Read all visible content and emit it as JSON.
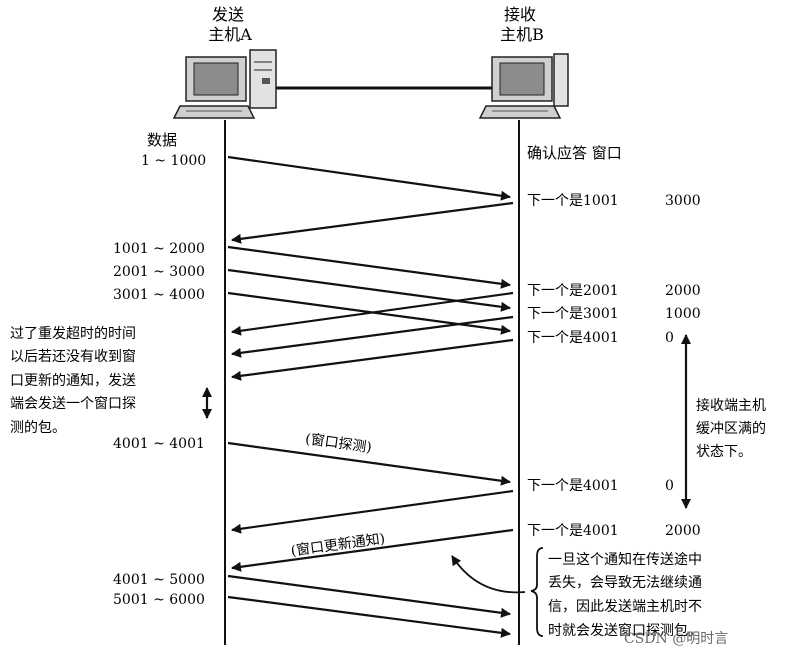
{
  "hosts": {
    "sender": {
      "line1": "发送",
      "line2": "主机A"
    },
    "receiver": {
      "line1": "接收",
      "line2": "主机B"
    }
  },
  "columns": {
    "data_header": "数据",
    "ack_header": "确认应答 窗口"
  },
  "data_labels": [
    "1 ~ 1000",
    "1001 ~ 2000",
    "2001 ~ 3000",
    "3001 ~ 4000",
    "4001 ~ 4001",
    "4001 ~ 5000",
    "5001 ~ 6000"
  ],
  "acks": [
    {
      "text": "下一个是1001",
      "window": "3000"
    },
    {
      "text": "下一个是2001",
      "window": "2000"
    },
    {
      "text": "下一个是3001",
      "window": "1000"
    },
    {
      "text": "下一个是4001",
      "window": "0"
    },
    {
      "text": "下一个是4001",
      "window": "0"
    },
    {
      "text": "下一个是4001",
      "window": "2000"
    }
  ],
  "probe_label": "(窗口探测)",
  "update_label": "(窗口更新通知)",
  "left_note": [
    "过了重发超时的时间",
    "以后若还没有收到窗",
    "口更新的通知，发送",
    "端会发送一个窗口探",
    "测的包。"
  ],
  "right_note": [
    "接收端主机",
    "缓冲区满的",
    "状态下。"
  ],
  "bottom_note": [
    "一旦这个通知在传送途中",
    "丢失，会导致无法继续通",
    "信，因此发送端主机时不",
    "时就会发送窗口探测包。"
  ],
  "watermark": "CSDN @明时言"
}
